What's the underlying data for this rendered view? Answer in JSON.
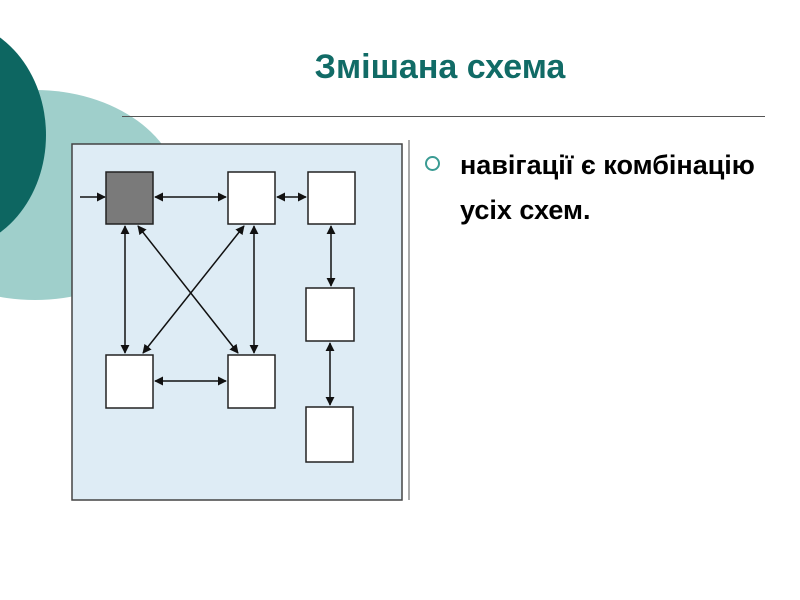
{
  "slide": {
    "title": "Змішана схема",
    "bullet_text": "навігації є комбінацію усіх схем.",
    "colors": {
      "accent": "#116b66",
      "panel": "#deecf5",
      "start_node": "#7a7a7a"
    }
  },
  "diagram": {
    "nodes": [
      {
        "id": "start",
        "kind": "start"
      },
      {
        "id": "top-middle",
        "kind": "page"
      },
      {
        "id": "top-right",
        "kind": "page"
      },
      {
        "id": "right-middle",
        "kind": "page"
      },
      {
        "id": "right-bottom",
        "kind": "page"
      },
      {
        "id": "bottom-left",
        "kind": "page"
      },
      {
        "id": "bottom-middle",
        "kind": "page"
      }
    ]
  }
}
